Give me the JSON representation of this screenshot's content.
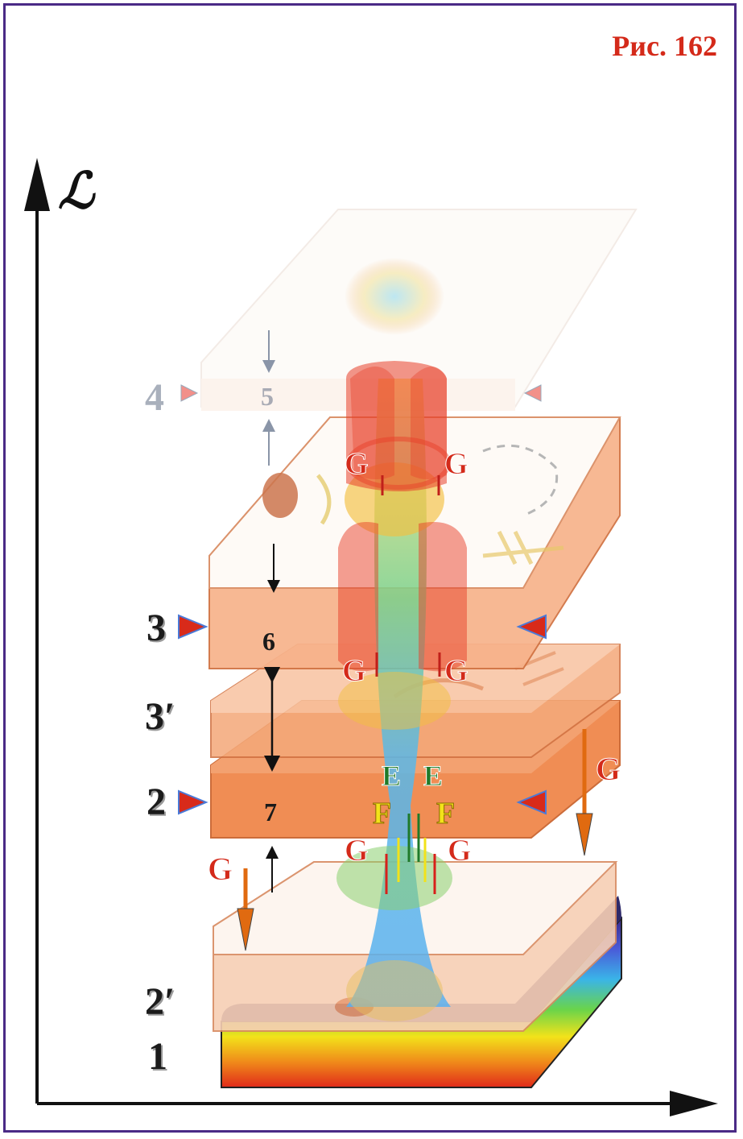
{
  "figure_label": "Рис. 162",
  "axis": {
    "vertical_label": "ℒ"
  },
  "levels": [
    "4",
    "3",
    "3′",
    "2",
    "2′",
    "1"
  ],
  "slot_numbers": [
    "5",
    "6",
    "7"
  ],
  "force_labels": {
    "g": "G",
    "e": "E",
    "f": "F"
  },
  "colors": {
    "frame": "#4a2a86",
    "figure_label": "#d42a1a",
    "plate_orange": "#f08a4a",
    "plate_light": "#f7c8a6",
    "vortex_red": "#e8402a",
    "label_g": "#d42a1a",
    "label_e": "#1f7a2a",
    "label_f": "#f2e21a"
  }
}
